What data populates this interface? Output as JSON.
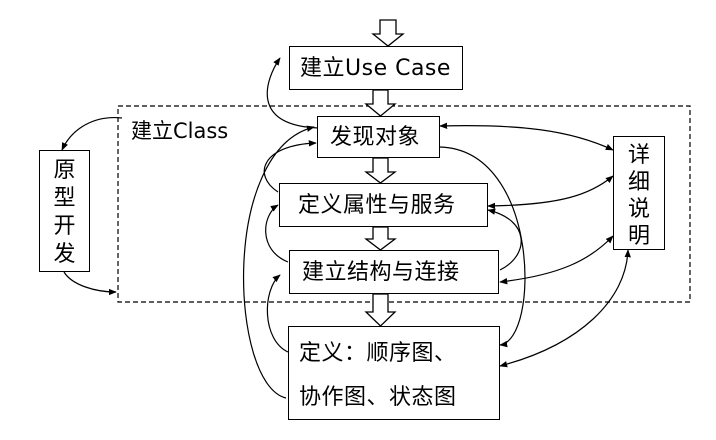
{
  "diagram": {
    "region_label": "建立Class",
    "nodes": {
      "use_case": "建立Use Case",
      "find_objects": "发现对象",
      "define_attributes": "定义属性与服务",
      "build_structure": "建立结构与连接",
      "define_diagrams_line1": "定义：顺序图、",
      "define_diagrams_line2": "协作图、状态图",
      "prototype": [
        "原",
        "型",
        "开",
        "发"
      ],
      "details": [
        "详",
        "细",
        "说",
        "明"
      ]
    }
  }
}
